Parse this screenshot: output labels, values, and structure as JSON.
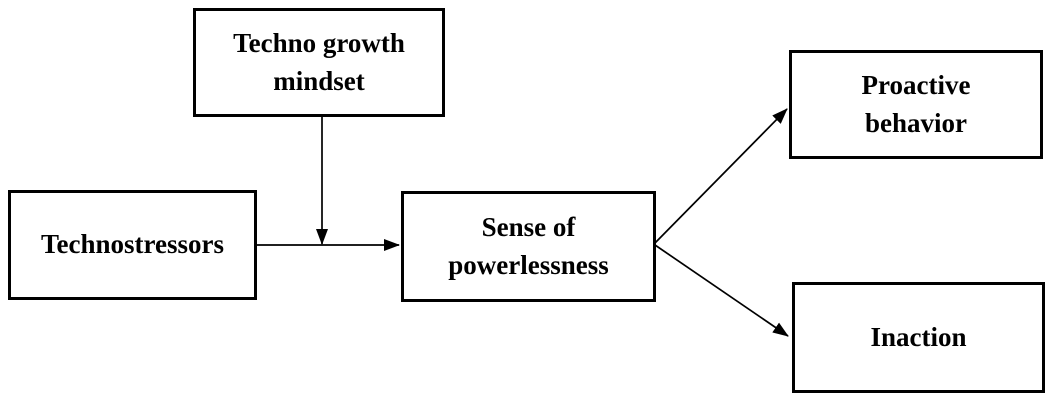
{
  "figure": {
    "type": "conceptual-model-diagram",
    "background": "#ffffff",
    "colors": {
      "box_border": "#000000",
      "text": "#000000",
      "arrow": "#000000"
    },
    "nodes": {
      "techno_growth_mindset": {
        "label": "Techno growth\nmindset"
      },
      "technostressors": {
        "label": "Technostressors"
      },
      "sense_of_powerlessness": {
        "label": "Sense of\npowerlessness"
      },
      "proactive_behavior": {
        "label": "Proactive\nbehavior"
      },
      "inaction": {
        "label": "Inaction"
      }
    },
    "edges": [
      {
        "from": "Technostressors",
        "to": "Sense of powerlessness",
        "kind": "direct-arrow"
      },
      {
        "from": "Techno growth mindset",
        "to": "arrow between Technostressors and Sense of powerlessness",
        "kind": "moderation-arrow"
      },
      {
        "from": "Sense of powerlessness",
        "to": "Proactive behavior",
        "kind": "direct-arrow"
      },
      {
        "from": "Sense of powerlessness",
        "to": "Inaction",
        "kind": "direct-arrow"
      }
    ]
  }
}
